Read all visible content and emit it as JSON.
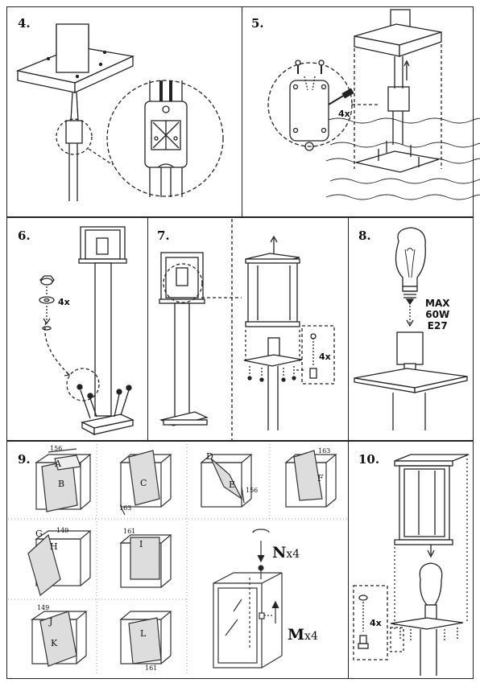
{
  "steps": {
    "s4": {
      "number": "4."
    },
    "s5": {
      "number": "5.",
      "qty": "4x"
    },
    "s6": {
      "number": "6.",
      "qty": "4x"
    },
    "s7": {
      "number": "7.",
      "qty": "4x"
    },
    "s8": {
      "number": "8.",
      "spec_line1": "MAX",
      "spec_line2": "60W",
      "spec_line3": "E27"
    },
    "s9": {
      "number": "9.",
      "panels": [
        {
          "letter": "A",
          "letter2": "B",
          "dim": "156"
        },
        {
          "letter": "C",
          "dim": "163"
        },
        {
          "letter": "D",
          "letter2": "E",
          "dim": "156"
        },
        {
          "letter": "F",
          "dim": "163"
        },
        {
          "letter": "G",
          "letter2": "H",
          "dim": "149"
        },
        {
          "letter": "I",
          "dim": "161"
        },
        {
          "letter": "J",
          "letter2": "K",
          "dim": "149"
        },
        {
          "letter": "L",
          "dim": "161"
        }
      ],
      "screw_n": "N",
      "screw_n_qty": "x4",
      "screw_m": "M",
      "screw_m_qty": "x4"
    },
    "s10": {
      "number": "10.",
      "qty": "4x"
    }
  }
}
